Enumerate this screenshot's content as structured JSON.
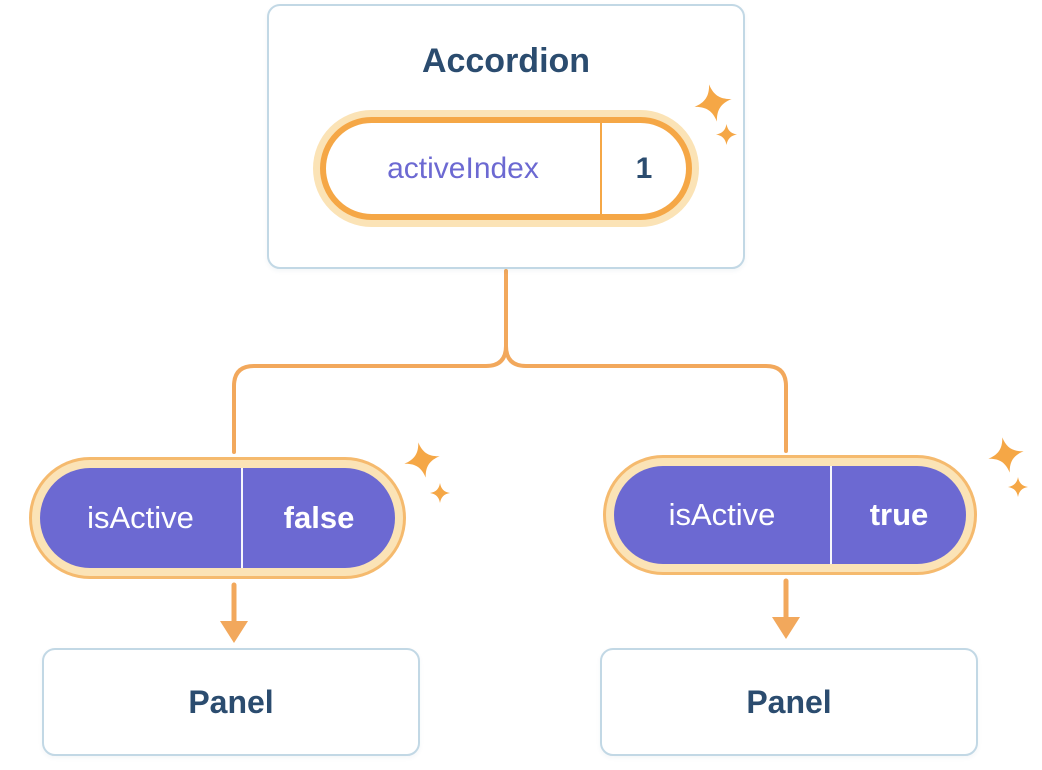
{
  "diagram": {
    "root": {
      "title": "Accordion",
      "state": {
        "label": "activeIndex",
        "value": "1"
      }
    },
    "children": [
      {
        "prop": {
          "label": "isActive",
          "value": "false"
        },
        "title": "Panel"
      },
      {
        "prop": {
          "label": "isActive",
          "value": "true"
        },
        "title": "Panel"
      }
    ],
    "icons": {
      "sparkle": "✦"
    },
    "colors": {
      "orange": "#F5A746",
      "orange_line": "#F2A85C",
      "glow": "#FBE3B6",
      "glow_edge": "#F5BA6E",
      "purple": "#6C69D2",
      "navy": "#2B4C6F",
      "card_border": "#C2D8E5"
    }
  }
}
